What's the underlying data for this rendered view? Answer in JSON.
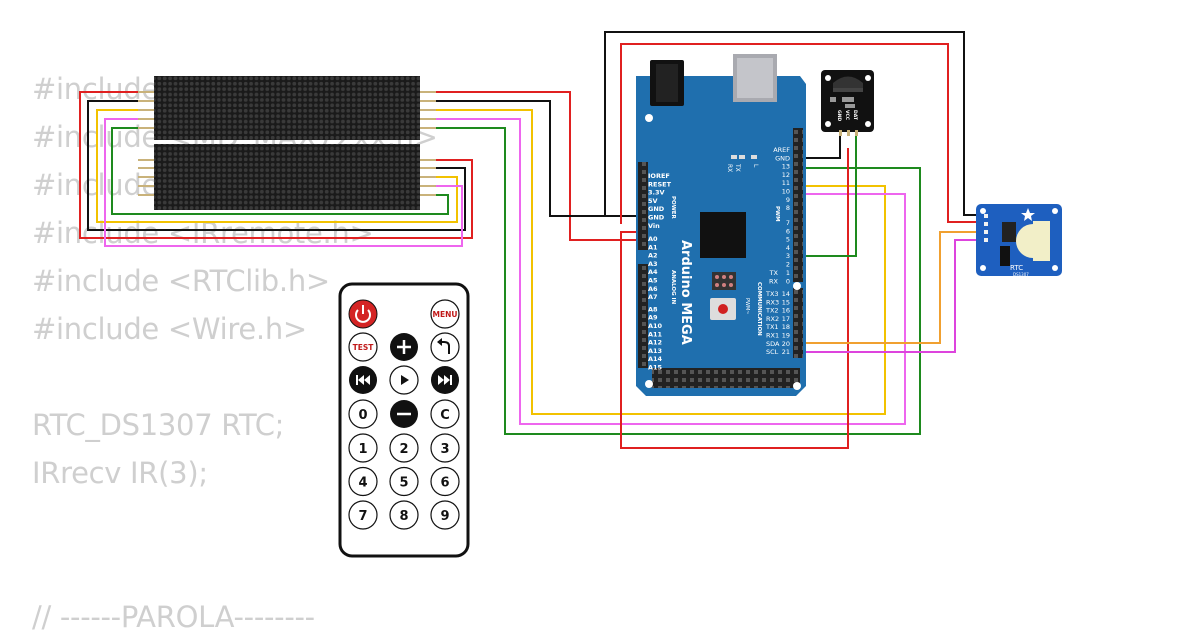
{
  "background_code": [
    "#include <MD_Parola.h>",
    "#include <MD_MAX72xx.h>",
    "#include <SPI.h>",
    "#include <IRremote.h>",
    "#include <RTClib.h>",
    "#include <Wire.h>",
    "",
    "RTC_DS1307 RTC;",
    "IRrecv IR(3);",
    "",
    "// ------PAROLA--------"
  ],
  "arduino": {
    "name": "Arduino MEGA",
    "power_header_title": "POWER",
    "power_pins": [
      "IOREF",
      "RESET",
      "3.3V",
      "5V",
      "GND",
      "GND",
      "Vin"
    ],
    "analog_header_title": "ANALOG IN",
    "analog_pins": [
      "A0",
      "A1",
      "A2",
      "A3",
      "A4",
      "A5",
      "A6",
      "A7",
      "A8",
      "A9",
      "A10",
      "A11",
      "A12",
      "A13",
      "A14",
      "A15"
    ],
    "top_right_pins": [
      "AREF",
      "GND",
      "13",
      "12",
      "11",
      "10",
      "9",
      "8"
    ],
    "pwm_label": "PWM",
    "digital_pins": [
      "7",
      "6",
      "5",
      "4",
      "3",
      "2"
    ],
    "serial_tx_rx": [
      "TX",
      "RX"
    ],
    "serial_tx_rx_numbers": [
      "1",
      "0"
    ],
    "comm_labels": [
      "TX3",
      "RX3",
      "TX2",
      "RX2",
      "TX1",
      "RX1",
      "SDA",
      "SCL"
    ],
    "comm_numbers": [
      "14",
      "15",
      "16",
      "17",
      "18",
      "19",
      "20",
      "21"
    ],
    "communication_label": "COMMUNICATION",
    "pwm_tilde_label": "PWM~",
    "led_labels": [
      "TX",
      "RX",
      "L"
    ],
    "board_color": "#1f6fae"
  },
  "ir_receiver": {
    "pins": [
      "GND",
      "VCC",
      "DAT"
    ]
  },
  "rtc": {
    "label": "RTC",
    "chip": "DS1307"
  },
  "remote": {
    "power_icon": "power-icon",
    "menu_label": "MENU",
    "test_label": "TEST",
    "plus_icon": "plus-icon",
    "back_icon": "back-arrow-icon",
    "prev_icon": "previous-icon",
    "play_icon": "play-icon",
    "next_icon": "next-icon",
    "zero_label": "0",
    "minus_icon": "minus-icon",
    "c_label": "C",
    "digits": [
      "1",
      "2",
      "3",
      "4",
      "5",
      "6",
      "7",
      "8",
      "9"
    ]
  },
  "wire_colors": {
    "red": "#e02020",
    "black": "#111111",
    "yellow": "#f2c200",
    "green": "#1e8a1e",
    "pink": "#ee66ee",
    "orange": "#f0a030"
  }
}
